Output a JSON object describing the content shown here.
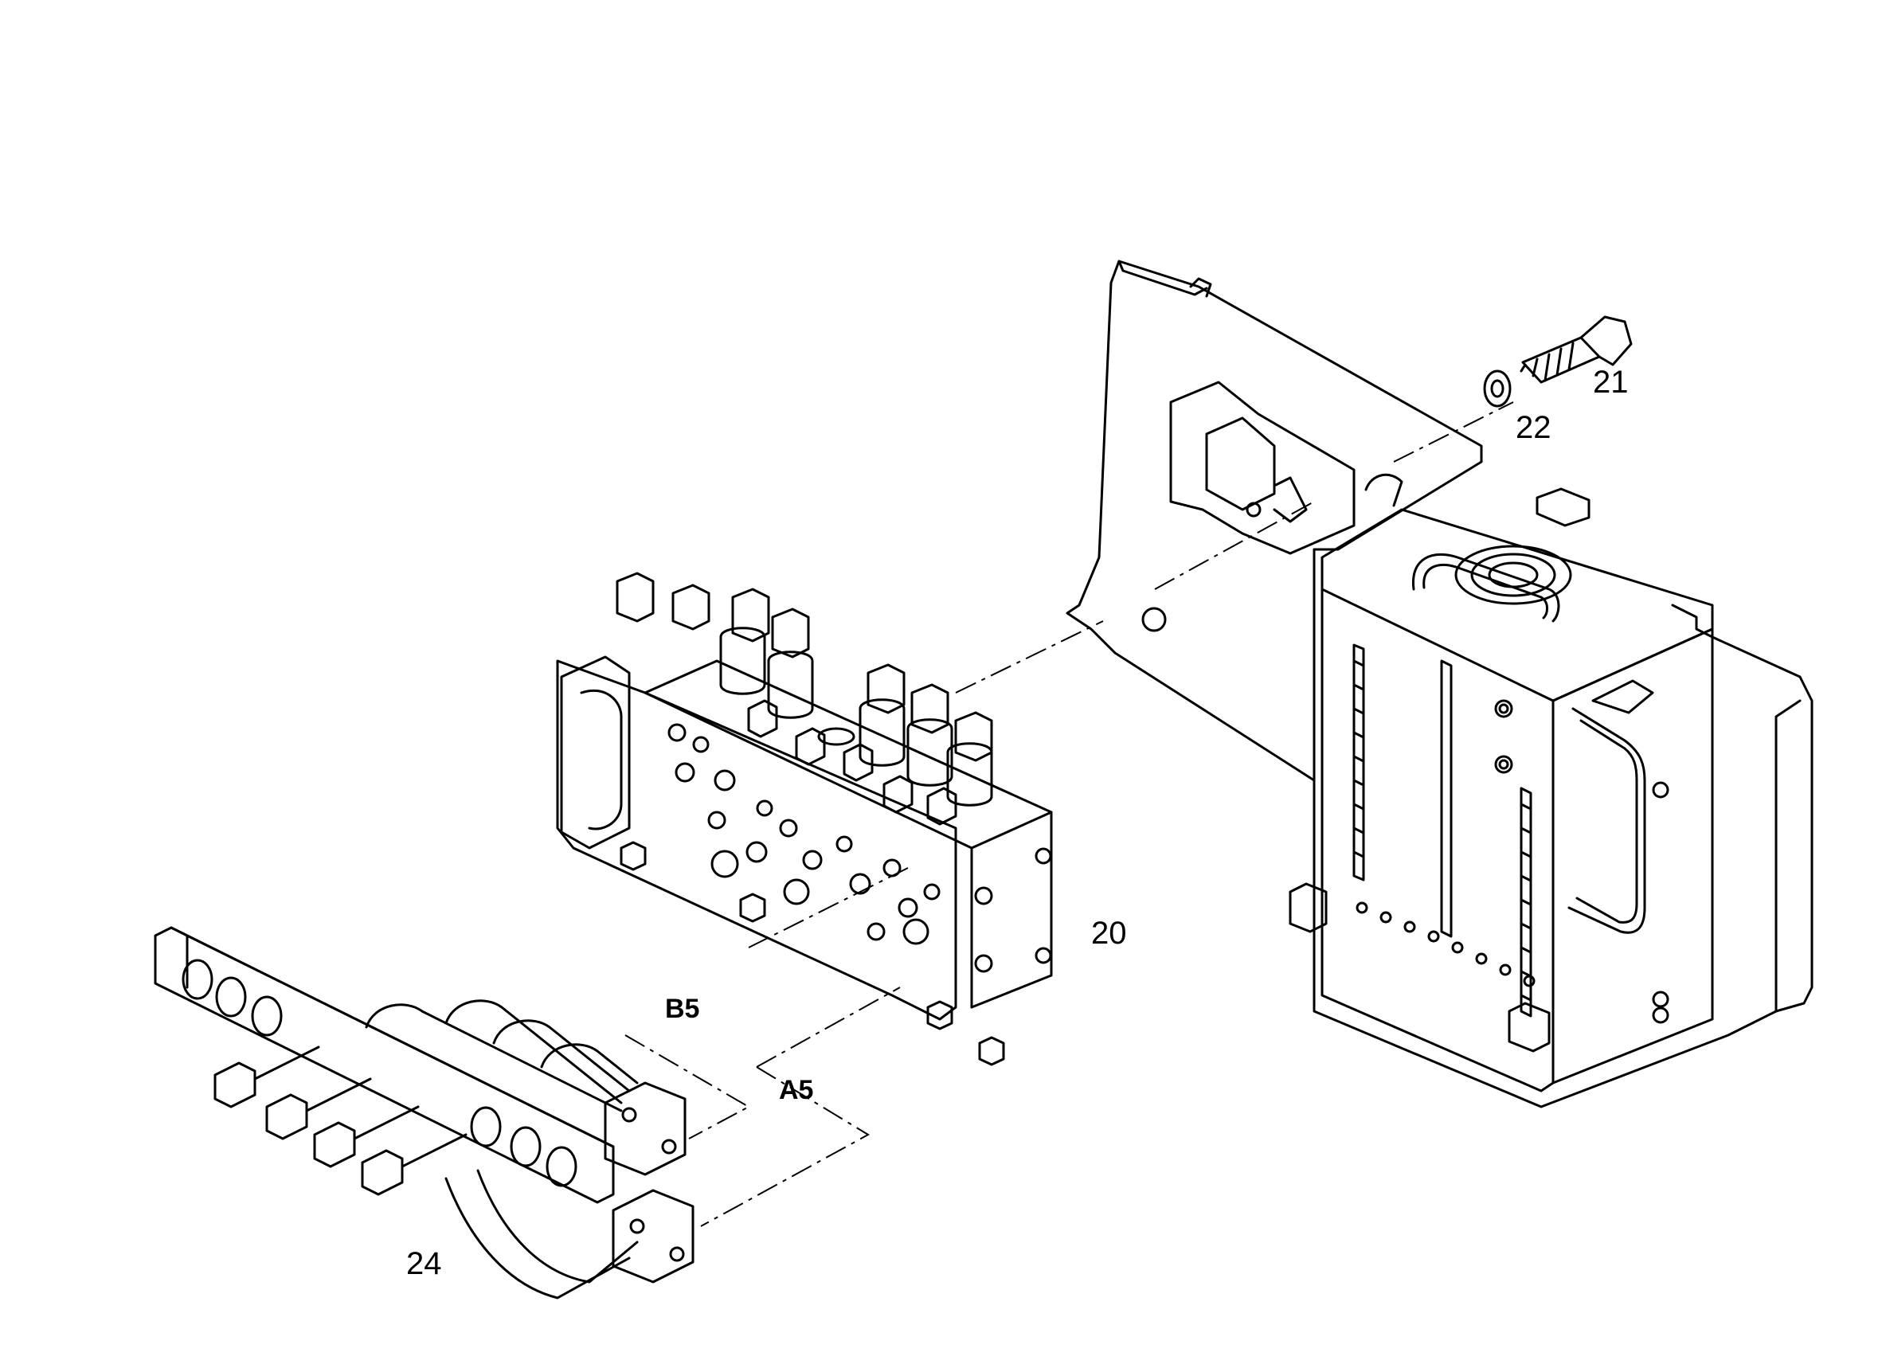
{
  "diagram": {
    "style": "exploded parts view, line drawing",
    "colors": {
      "line": "#000000",
      "background": "#ffffff"
    }
  },
  "callouts": {
    "item_20": "20",
    "item_21": "21",
    "item_22": "22",
    "item_24": "24"
  },
  "connections": {
    "b5": "B5",
    "a5": "A5"
  }
}
